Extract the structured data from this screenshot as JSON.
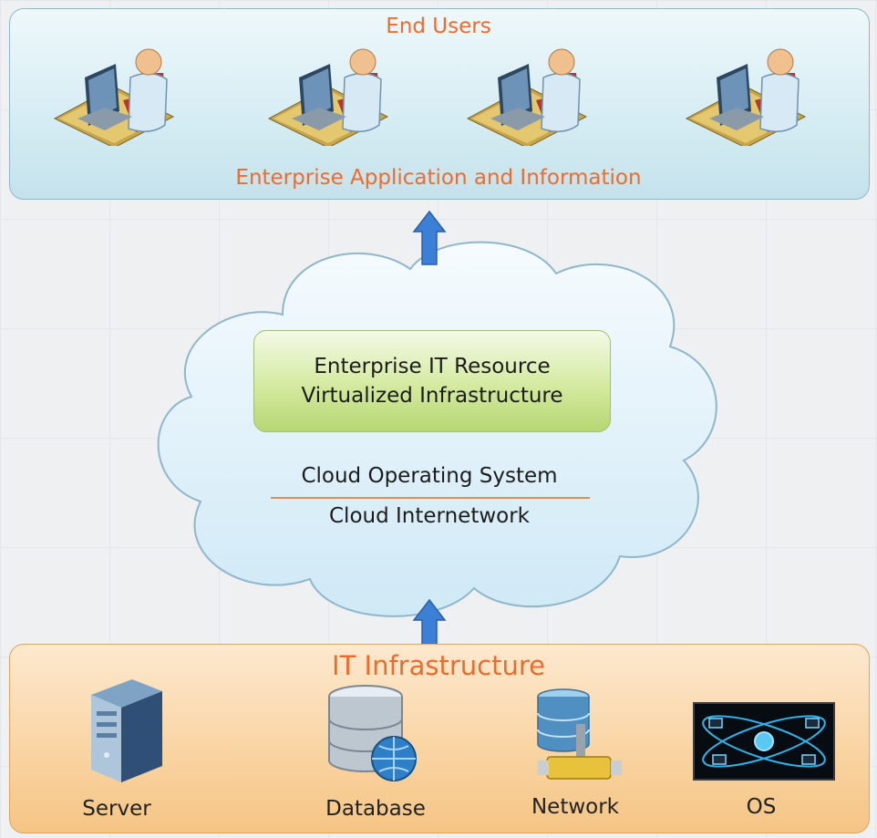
{
  "top_panel": {
    "title": "End Users",
    "subtitle": "Enterprise Application and Information",
    "users": [
      {
        "icon": "user-at-computer-icon"
      },
      {
        "icon": "user-at-computer-icon"
      },
      {
        "icon": "user-at-computer-icon"
      },
      {
        "icon": "user-at-computer-icon"
      }
    ]
  },
  "cloud": {
    "box_line1": "Enterprise IT Resource",
    "box_line2": "Virtualized Infrastructure",
    "os_label": "Cloud Operating System",
    "network_label": "Cloud Internetwork"
  },
  "bottom_panel": {
    "title": "IT Infrastructure",
    "items": [
      {
        "label": "Server",
        "icon": "server-icon"
      },
      {
        "label": "Database",
        "icon": "database-icon"
      },
      {
        "label": "Network",
        "icon": "network-icon"
      },
      {
        "label": "OS",
        "icon": "os-icon"
      }
    ]
  },
  "colors": {
    "accent_orange": "#ef6b2c",
    "arrow_blue": "#3b7fd6",
    "top_panel": "#d7edf4",
    "bottom_panel": "#f9d3a0",
    "box_green": "#c7e28c"
  }
}
